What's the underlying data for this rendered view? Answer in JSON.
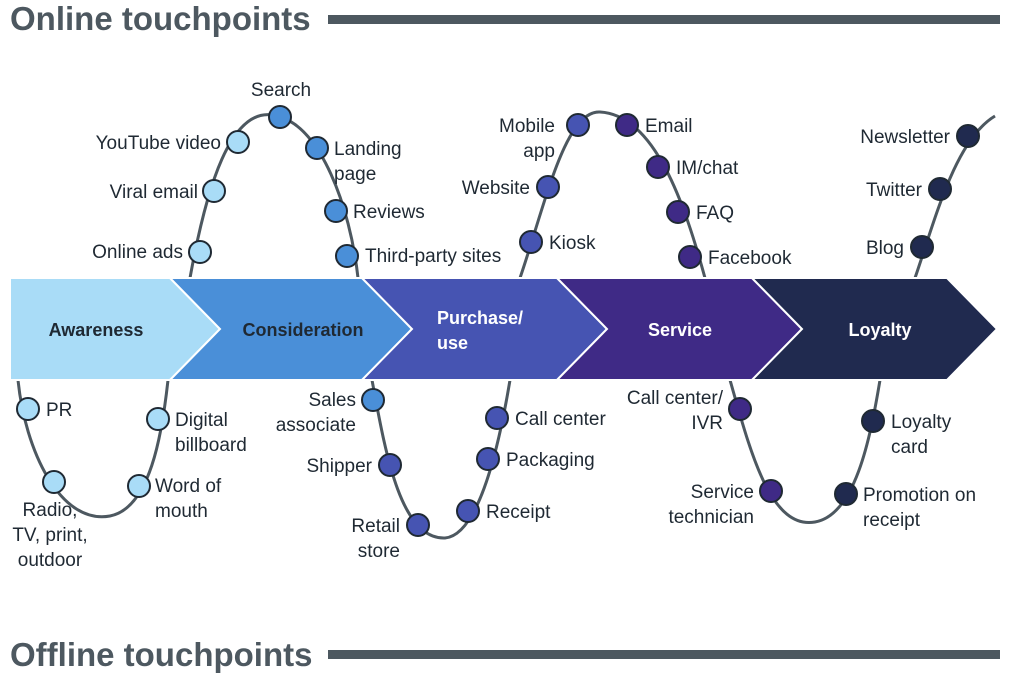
{
  "headings": {
    "online": "Online touchpoints",
    "offline": "Offline touchpoints"
  },
  "colors": {
    "heading": "#4d5860",
    "curve": "#4d5860",
    "awareness": "#a9dcf7",
    "consideration": "#4a8fd8",
    "purchase": "#4654b2",
    "service": "#3f2a86",
    "loyalty": "#202a4f"
  },
  "stages": [
    {
      "line1": "Awareness",
      "line2": ""
    },
    {
      "line1": "Consideration",
      "line2": ""
    },
    {
      "line1": "Purchase/",
      "line2": "use"
    },
    {
      "line1": "Service",
      "line2": ""
    },
    {
      "line1": "Loyalty",
      "line2": ""
    }
  ],
  "online": [
    {
      "lines": [
        "Online ads"
      ]
    },
    {
      "lines": [
        "Viral email"
      ]
    },
    {
      "lines": [
        "YouTube video"
      ]
    },
    {
      "lines": [
        "Search"
      ]
    },
    {
      "lines": [
        "Landing",
        "page"
      ]
    },
    {
      "lines": [
        "Reviews"
      ]
    },
    {
      "lines": [
        "Third-party sites"
      ]
    },
    {
      "lines": [
        "Kiosk"
      ]
    },
    {
      "lines": [
        "Website"
      ]
    },
    {
      "lines": [
        "Mobile",
        "app"
      ]
    },
    {
      "lines": [
        "Email"
      ]
    },
    {
      "lines": [
        "IM/chat"
      ]
    },
    {
      "lines": [
        "FAQ"
      ]
    },
    {
      "lines": [
        "Facebook"
      ]
    },
    {
      "lines": [
        "Blog"
      ]
    },
    {
      "lines": [
        "Twitter"
      ]
    },
    {
      "lines": [
        "Newsletter"
      ]
    }
  ],
  "offline": [
    {
      "lines": [
        "PR"
      ]
    },
    {
      "lines": [
        "Radio,",
        "TV, print,",
        "outdoor"
      ]
    },
    {
      "lines": [
        "Word of",
        "mouth"
      ]
    },
    {
      "lines": [
        "Digital",
        "billboard"
      ]
    },
    {
      "lines": [
        "Sales",
        "associate"
      ]
    },
    {
      "lines": [
        "Shipper"
      ]
    },
    {
      "lines": [
        "Retail",
        "store"
      ]
    },
    {
      "lines": [
        "Receipt"
      ]
    },
    {
      "lines": [
        "Packaging"
      ]
    },
    {
      "lines": [
        "Call center"
      ]
    },
    {
      "lines": [
        "Call center/",
        "IVR"
      ]
    },
    {
      "lines": [
        "Service",
        "technician"
      ]
    },
    {
      "lines": [
        "Promotion on",
        "receipt"
      ]
    },
    {
      "lines": [
        "Loyalty",
        "card"
      ]
    }
  ]
}
